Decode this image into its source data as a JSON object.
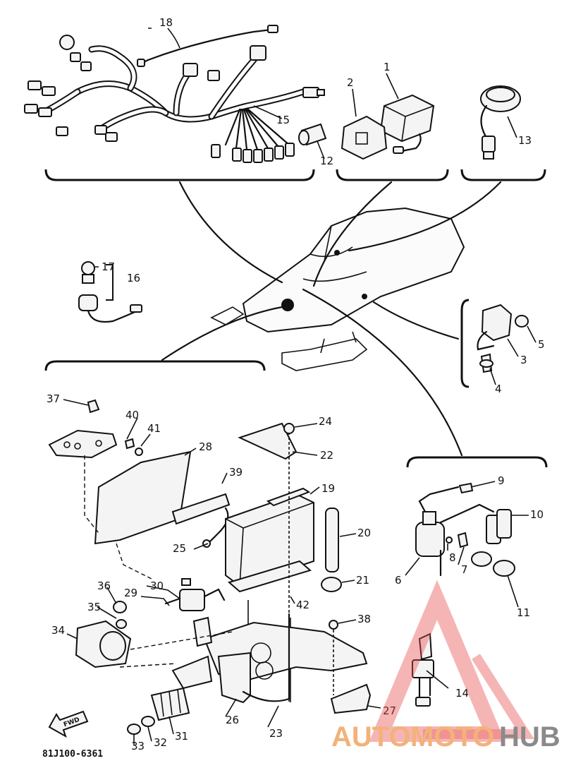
{
  "callouts": [
    "1",
    "2",
    "3",
    "4",
    "5",
    "6",
    "7",
    "8",
    "9",
    "10",
    "11",
    "12",
    "13",
    "14",
    "15",
    "16",
    "17",
    "18",
    "19",
    "20",
    "21",
    "22",
    "23",
    "24",
    "25",
    "26",
    "27",
    "28",
    "29",
    "30",
    "31",
    "32",
    "33",
    "34",
    "35",
    "36",
    "37",
    "38",
    "39",
    "40",
    "41",
    "42"
  ],
  "drawing_code": "81J100-6361",
  "fwd_label": "FWD",
  "watermark": {
    "auto": "AUTO",
    "moto": "MOTO",
    "hub": "HUB",
    "colors": {
      "auto": "#f2b27a",
      "moto": "#f2b27a",
      "hub": "#8a8a8a",
      "triangle": "#e84a4a"
    }
  }
}
